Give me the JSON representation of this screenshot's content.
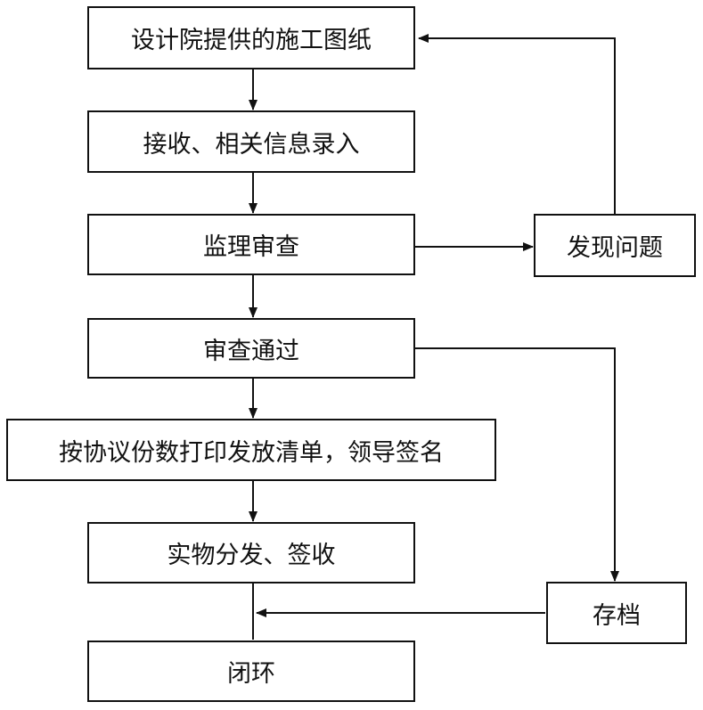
{
  "flowchart": {
    "nodes": {
      "drawings": "设计院提供的施工图纸",
      "receive": "接收、相关信息录入",
      "review": "监理审查",
      "issue": "发现问题",
      "pass": "审查通过",
      "print": "按协议份数打印发放清单，领导签名",
      "distribute": "实物分发、签收",
      "archive": "存档",
      "close": "闭环"
    }
  }
}
